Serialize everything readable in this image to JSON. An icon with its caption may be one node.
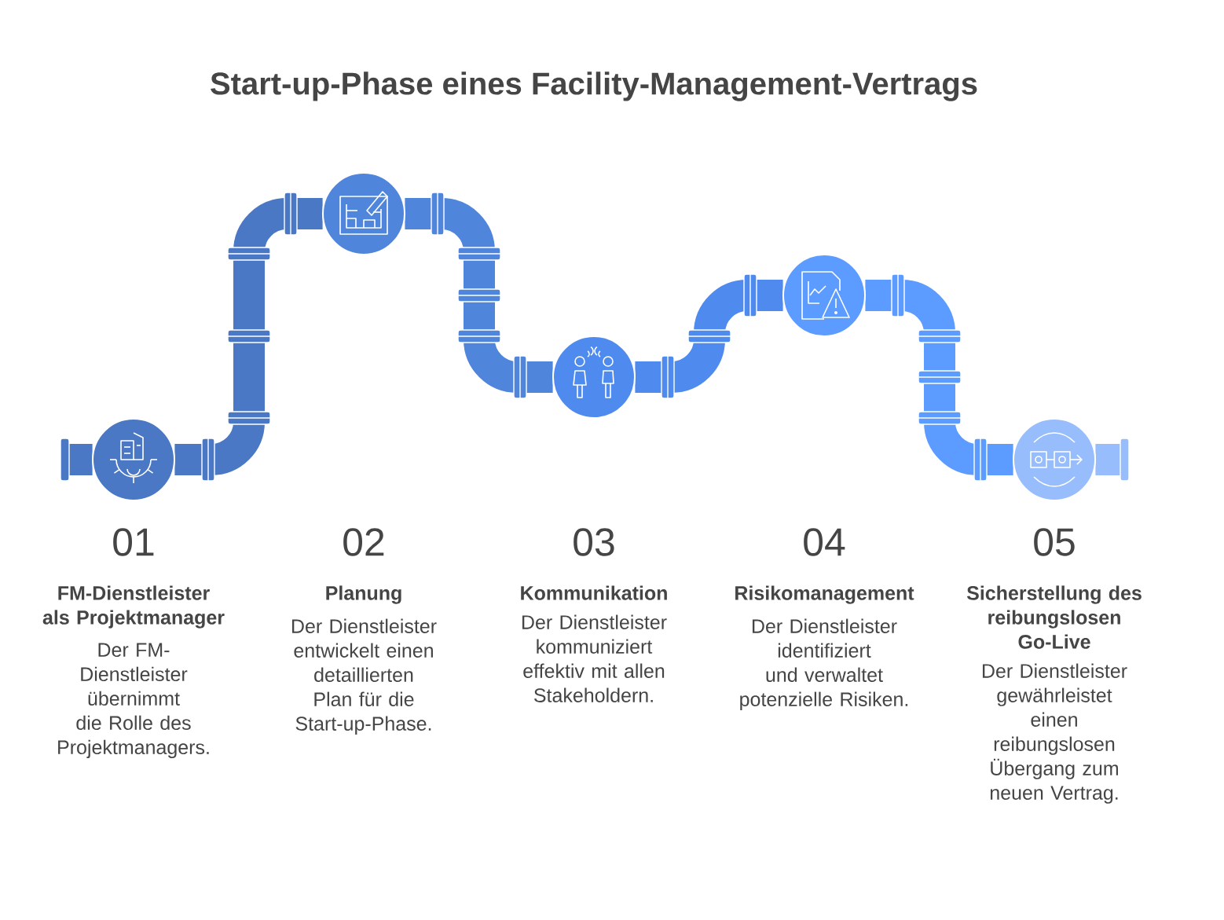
{
  "diagram": {
    "title": "Start-up-Phase eines Facility-Management-Vertrags",
    "nodes": [
      {
        "text": [],
        "shape": "circle",
        "beside": [
          "01",
          "FM-Dienstleister als Projektmanager",
          "Der FM-Dienstleister übernimmt die Rolle des Projektmanagers."
        ]
      },
      {
        "text": [],
        "shape": "circle",
        "beside": [
          "02",
          "Planung",
          "Der Dienstleister entwickelt einen detaillierten Plan für die Start-up-Phase."
        ]
      },
      {
        "text": [],
        "shape": "circle",
        "beside": [
          "03",
          "Kommunikation",
          "Der Dienstleister kommuniziert effektiv mit allen Stakeholdern."
        ]
      },
      {
        "text": [],
        "shape": "circle",
        "beside": [
          "04",
          "Risikomanagement",
          "Der Dienstleister identifiziert und verwaltet potenzielle Risiken."
        ]
      },
      {
        "text": [],
        "shape": "circle",
        "beside": [
          "05",
          "Sicherstellung des reibungslosen Go-Live",
          "Der Dienstleister gewährleistet einen reibungslosen Übergang zum neuen Vertrag."
        ]
      }
    ],
    "edges": [
      {
        "from": null,
        "to": 0,
        "arrow": "none"
      },
      {
        "from": 0,
        "to": 1,
        "arrow": "none"
      },
      {
        "from": 1,
        "to": 2,
        "arrow": "none"
      },
      {
        "from": 2,
        "to": 3,
        "arrow": "none"
      },
      {
        "from": 3,
        "to": 4,
        "arrow": "none"
      },
      {
        "from": 4,
        "to": null,
        "arrow": "none"
      }
    ]
  }
}
